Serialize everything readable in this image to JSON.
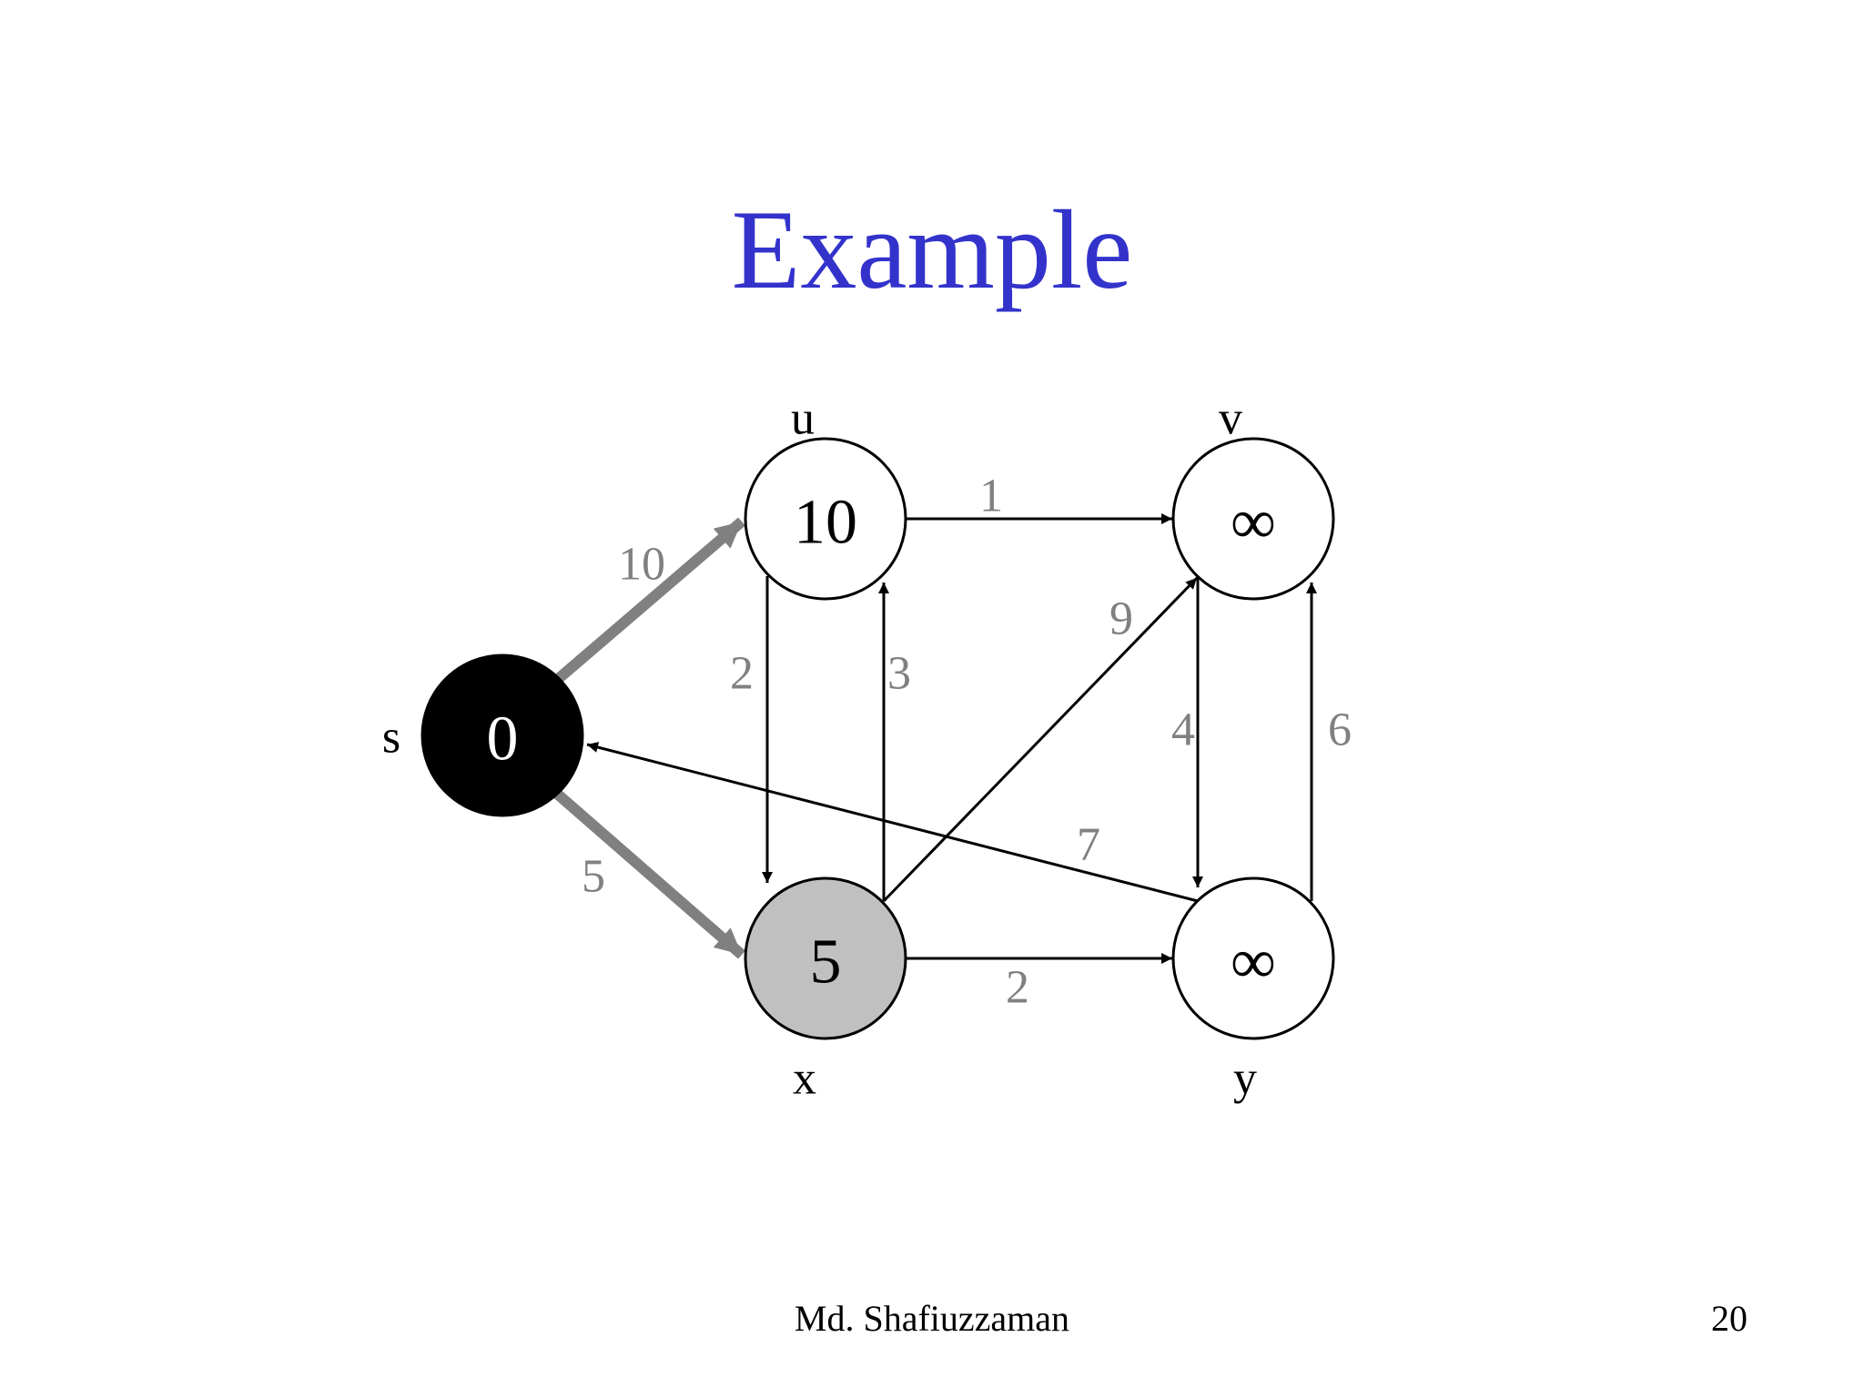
{
  "slide": {
    "title": "Example",
    "footer_author": "Md. Shafiuzzaman",
    "page_number": "20"
  },
  "diagram": {
    "colors": {
      "title": "#3333cc",
      "weight_text": "#808080",
      "shortest_path_edge": "#808080",
      "source_node_fill": "#000000",
      "current_node_fill": "#c0c0c0",
      "unvisited_node_fill": "#ffffff"
    },
    "nodes": [
      {
        "id": "s",
        "label": "s",
        "distance": "0",
        "state": "finalized"
      },
      {
        "id": "u",
        "label": "u",
        "distance": "10",
        "state": "unvisited"
      },
      {
        "id": "v",
        "label": "v",
        "distance": "∞",
        "state": "unvisited"
      },
      {
        "id": "x",
        "label": "x",
        "distance": "5",
        "state": "current"
      },
      {
        "id": "y",
        "label": "y",
        "distance": "∞",
        "state": "unvisited"
      }
    ],
    "edges": [
      {
        "from": "s",
        "to": "u",
        "weight": "10",
        "highlighted": true
      },
      {
        "from": "s",
        "to": "x",
        "weight": "5",
        "highlighted": true
      },
      {
        "from": "u",
        "to": "v",
        "weight": "1",
        "highlighted": false
      },
      {
        "from": "u",
        "to": "x",
        "weight": "2",
        "highlighted": false
      },
      {
        "from": "x",
        "to": "u",
        "weight": "3",
        "highlighted": false
      },
      {
        "from": "x",
        "to": "v",
        "weight": "9",
        "highlighted": false
      },
      {
        "from": "v",
        "to": "y",
        "weight": "4",
        "highlighted": false
      },
      {
        "from": "y",
        "to": "v",
        "weight": "6",
        "highlighted": false
      },
      {
        "from": "y",
        "to": "s",
        "weight": "7",
        "highlighted": false
      },
      {
        "from": "x",
        "to": "y",
        "weight": "2",
        "highlighted": false
      }
    ]
  }
}
